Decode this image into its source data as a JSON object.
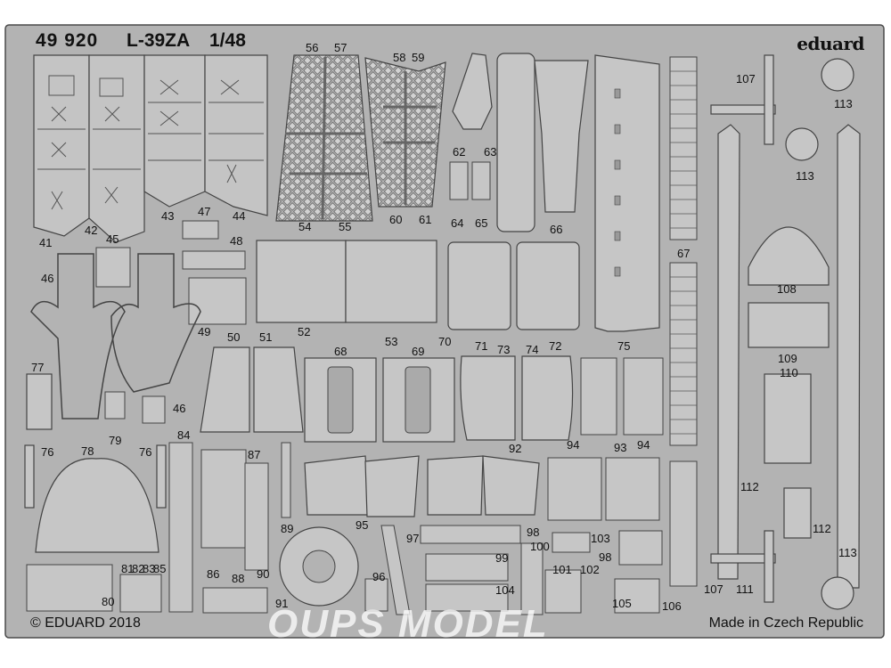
{
  "header": {
    "set_number": "49 920",
    "model": "L-39ZA",
    "scale": "1/48",
    "brand": "eduard"
  },
  "footer": {
    "copyright": "© EDUARD 2018",
    "made_in": "Made in Czech Republic"
  },
  "watermark": "OUPS MODEL",
  "part_numbers": [
    "56",
    "57",
    "58",
    "59",
    "107",
    "113",
    "62",
    "63",
    "113",
    "54",
    "55",
    "60",
    "61",
    "64",
    "65",
    "66",
    "41",
    "42",
    "43",
    "47",
    "44",
    "48",
    "45",
    "67",
    "108",
    "46",
    "49",
    "50",
    "51",
    "52",
    "53",
    "70",
    "71",
    "73",
    "74",
    "72",
    "75",
    "109",
    "110",
    "68",
    "69",
    "77",
    "46",
    "79",
    "76",
    "78",
    "76",
    "84",
    "87",
    "92",
    "94",
    "93",
    "94",
    "112",
    "80",
    "81",
    "82",
    "83",
    "85",
    "86",
    "88",
    "90",
    "89",
    "91",
    "95",
    "96",
    "97",
    "98",
    "99",
    "100",
    "101",
    "102",
    "103",
    "98",
    "104",
    "105",
    "106",
    "107",
    "111",
    "112",
    "113"
  ],
  "colors": {
    "fret": "#b3b3b3",
    "fret_edge": "#4a4a4a",
    "part_shade": "#c6c6c6",
    "ink": "#111111"
  }
}
